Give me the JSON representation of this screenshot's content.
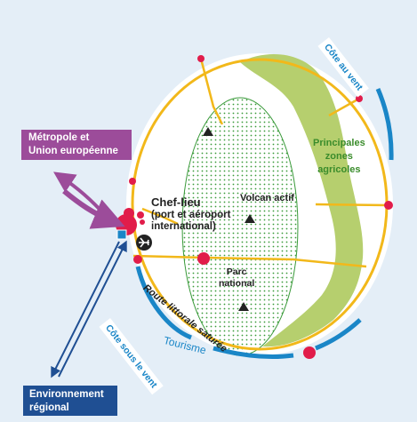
{
  "colors": {
    "background": "#e4eef7",
    "island": "#ffffff",
    "road": "#f2b81a",
    "agri": "#b6cf6e",
    "park_dots": "#3a9a3a",
    "node": "#e11c4a",
    "arrow_metro": "#9c4c9a",
    "arrow_env": "#1f4f93",
    "coast": "#1a86c7"
  },
  "labels": {
    "metropole_line1": "Métropole et",
    "metropole_line2": "Union européenne",
    "env_line1": "Environnement",
    "env_line2": "régional",
    "coast_windward": "Côte au vent",
    "coast_leeward": "Côte sous le vent",
    "capital": "Chef-lieu",
    "capital_sub1": "(port et aéroport",
    "capital_sub2": "international)",
    "volcano": "Volcan actif",
    "park_line1": "Parc",
    "park_line2": "national",
    "agri_line1": "Principales",
    "agri_line2": "zones",
    "agri_line3": "agricoles",
    "road": "Route littorale saturée",
    "tourism": "Tourisme"
  },
  "icons": {
    "mountain": "mountain-triangle-icon",
    "airport": "airplane-icon",
    "port": "port-square-icon"
  }
}
